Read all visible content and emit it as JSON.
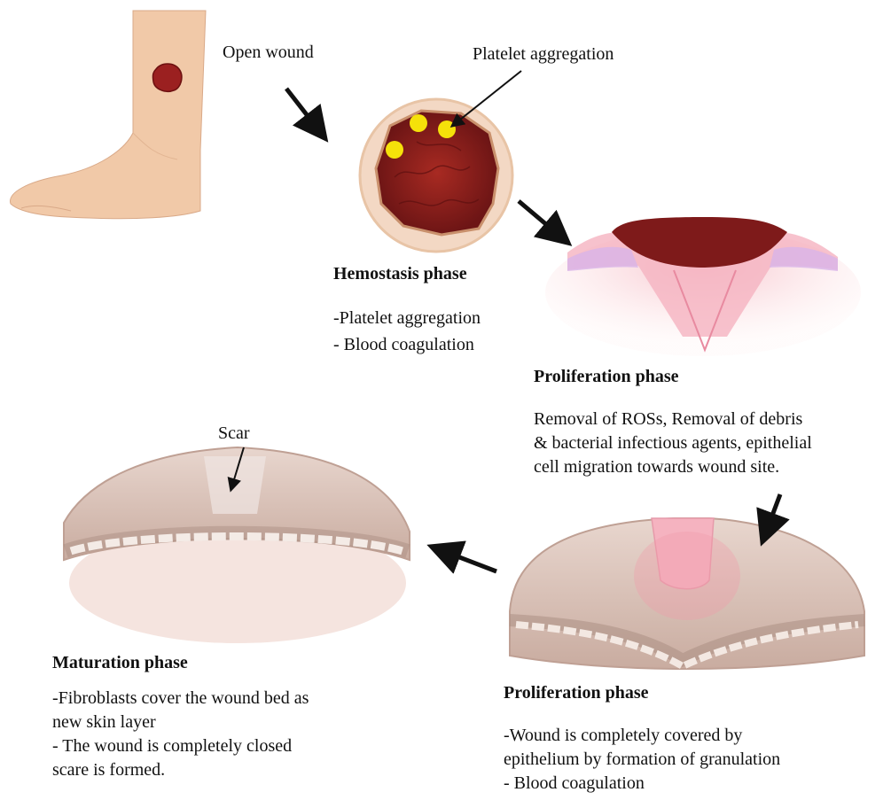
{
  "labels": {
    "open_wound": "Open wound",
    "platelet_aggregation": "Platelet aggregation",
    "scar": "Scar"
  },
  "stages": {
    "hemostasis": {
      "title": "Hemostasis phase",
      "lines": [
        "-Platelet aggregation",
        "- Blood coagulation"
      ]
    },
    "proliferation_1": {
      "title": "Proliferation phase",
      "text": "Removal of ROSs, Removal of debris\n& bacterial infectious agents, epithelial\ncell migration towards wound site."
    },
    "proliferation_2": {
      "title": "Proliferation phase",
      "text": "-Wound is completely covered by\nepithelium by formation of granulation\n- Blood coagulation"
    },
    "maturation": {
      "title": "Maturation phase",
      "text": "-Fibroblasts cover the wound bed as\nnew skin layer\n- The wound is completely closed\nscare is formed."
    }
  },
  "colors": {
    "skin": "#f1c9a8",
    "wound": "#8c1f1f",
    "platelet": "#f5e10a",
    "tissue": "#d9c2b8",
    "pink": "#f5b3c0"
  }
}
